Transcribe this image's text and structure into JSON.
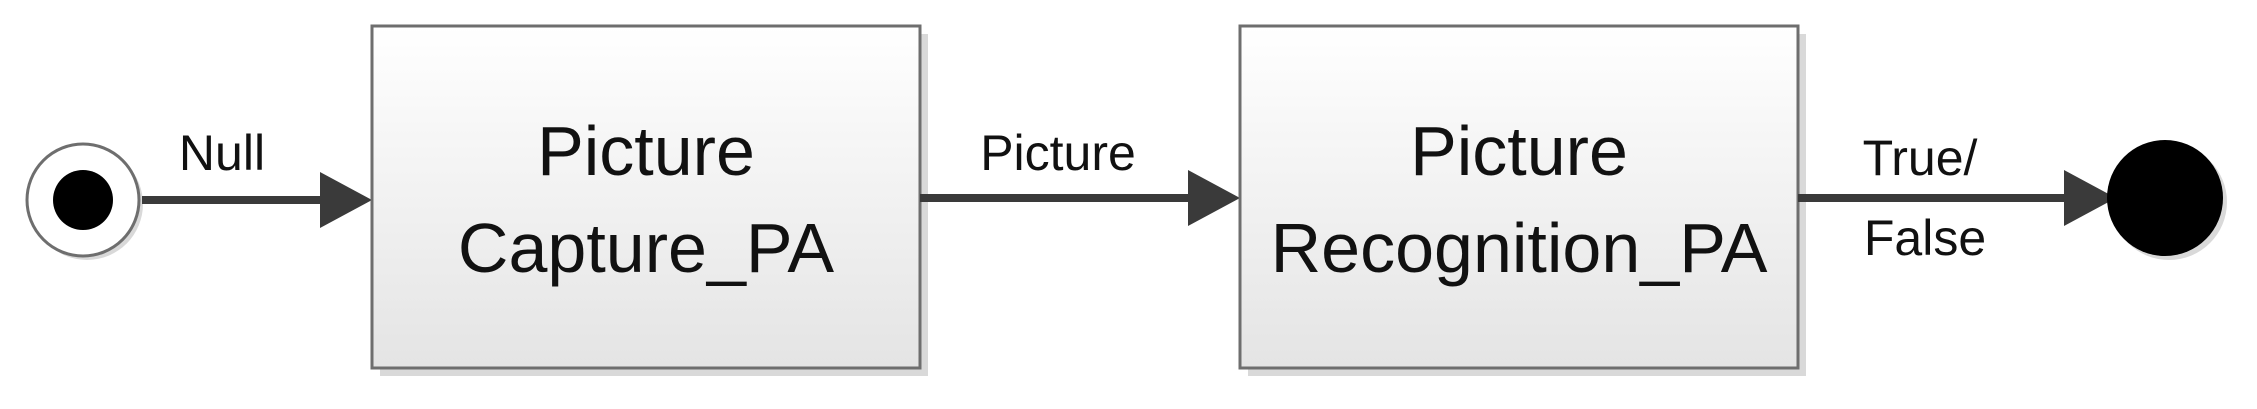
{
  "diagram": {
    "type": "activity-flow",
    "nodes": [
      {
        "id": "start",
        "kind": "start-state"
      },
      {
        "id": "capture",
        "kind": "action",
        "lines": [
          "Picture",
          "Capture_PA"
        ]
      },
      {
        "id": "recognition",
        "kind": "action",
        "lines": [
          "Picture",
          "Recognition_PA"
        ]
      },
      {
        "id": "end",
        "kind": "end-state"
      }
    ],
    "edges": [
      {
        "from": "start",
        "to": "capture",
        "label_lines": [
          "Null"
        ]
      },
      {
        "from": "capture",
        "to": "recognition",
        "label_lines": [
          "Picture"
        ]
      },
      {
        "from": "recognition",
        "to": "end",
        "label_lines": [
          "True/",
          "False"
        ]
      }
    ]
  },
  "colors": {
    "line": "#3a3a3a",
    "box_border": "#6e6e6e",
    "box_fill_top": "#ffffff",
    "box_fill_bottom": "#e4e4e4",
    "shadow": "#d9d9d9",
    "state_fill": "#000000"
  }
}
